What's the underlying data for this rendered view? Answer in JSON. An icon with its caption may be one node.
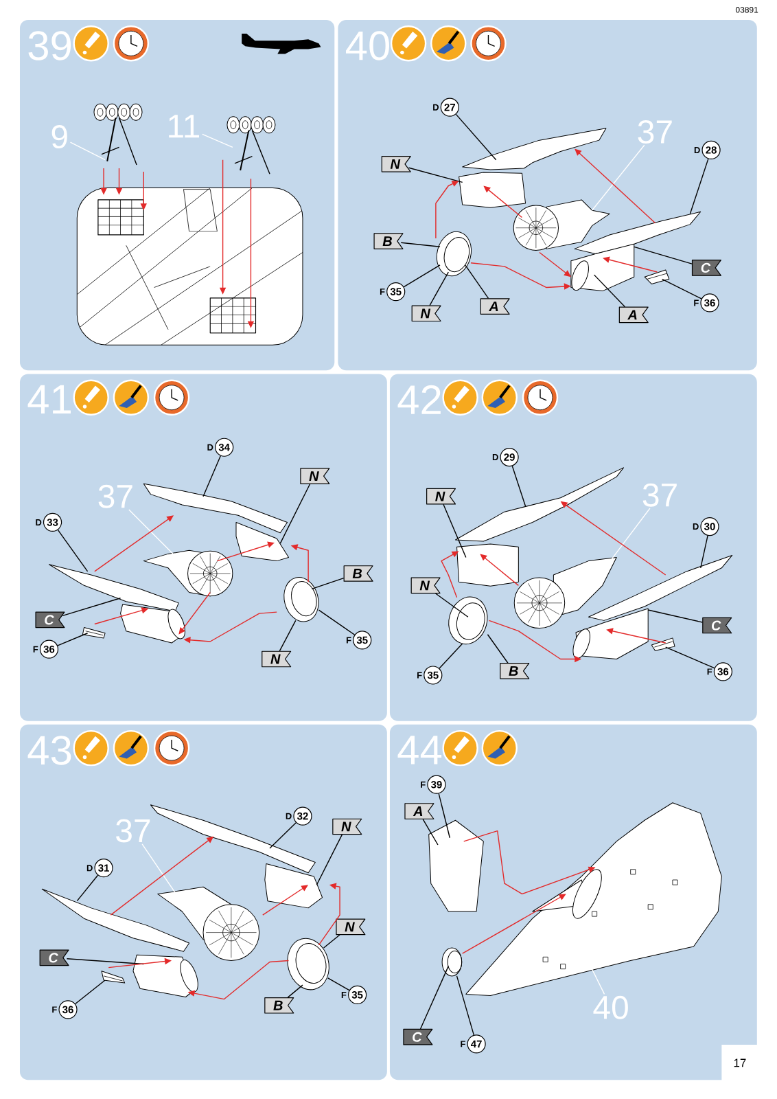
{
  "diagram": {
    "nodes": [
      {
        "text": [
          "39"
        ]
      },
      {
        "text": [
          "9"
        ],
        "in": 0
      },
      {
        "text": [
          "11"
        ],
        "in": 0
      },
      {
        "text": [],
        "shape": "picture",
        "in": 0
      },
      {
        "text": [],
        "shape": "picture",
        "in": 0
      },
      {
        "text": [],
        "shape": "picture",
        "in": 0
      },
      {
        "text": [
          "40"
        ]
      },
      {
        "text": [
          "27"
        ],
        "beside": [
          "D"
        ],
        "in": 6
      },
      {
        "text": [
          "N"
        ],
        "in": 6
      },
      {
        "text": [
          "37"
        ],
        "in": 6
      },
      {
        "text": [
          "28"
        ],
        "beside": [
          "D"
        ],
        "in": 6
      },
      {
        "text": [
          "B"
        ],
        "in": 6
      },
      {
        "text": [
          "C"
        ],
        "in": 6
      },
      {
        "text": [
          "35"
        ],
        "beside": [
          "F"
        ],
        "in": 6
      },
      {
        "text": [
          "N"
        ],
        "in": 6
      },
      {
        "text": [
          "A"
        ],
        "in": 6
      },
      {
        "text": [
          "A"
        ],
        "in": 6
      },
      {
        "text": [
          "36"
        ],
        "beside": [
          "F"
        ],
        "in": 6
      },
      {
        "text": [],
        "shape": "picture",
        "in": 6
      },
      {
        "text": [],
        "shape": "picture",
        "in": 6
      },
      {
        "text": [],
        "shape": "picture",
        "in": 6
      },
      {
        "text": [],
        "shape": "picture",
        "in": 6
      },
      {
        "text": [],
        "shape": "picture",
        "in": 6
      },
      {
        "text": [],
        "shape": "picture",
        "in": 6
      },
      {
        "text": [],
        "shape": "picture",
        "in": 6
      },
      {
        "text": [
          "41"
        ]
      },
      {
        "text": [
          "34"
        ],
        "beside": [
          "D"
        ],
        "in": 25
      },
      {
        "text": [
          "N"
        ],
        "in": 25
      },
      {
        "text": [
          "37"
        ],
        "in": 25
      },
      {
        "text": [
          "33"
        ],
        "beside": [
          "D"
        ],
        "in": 25
      },
      {
        "text": [
          "B"
        ],
        "in": 25
      },
      {
        "text": [
          "C"
        ],
        "in": 25
      },
      {
        "text": [
          "36"
        ],
        "beside": [
          "F"
        ],
        "in": 25
      },
      {
        "text": [
          "35"
        ],
        "beside": [
          "F"
        ],
        "in": 25
      },
      {
        "text": [
          "N"
        ],
        "in": 25
      },
      {
        "text": [],
        "shape": "picture",
        "in": 25
      },
      {
        "text": [],
        "shape": "picture",
        "in": 25
      },
      {
        "text": [],
        "shape": "picture",
        "in": 25
      },
      {
        "text": [],
        "shape": "picture",
        "in": 25
      },
      {
        "text": [],
        "shape": "picture",
        "in": 25
      },
      {
        "text": [],
        "shape": "picture",
        "in": 25
      },
      {
        "text": [],
        "shape": "picture",
        "in": 25
      },
      {
        "text": [
          "42"
        ]
      },
      {
        "text": [
          "29"
        ],
        "beside": [
          "D"
        ],
        "in": 42
      },
      {
        "text": [
          "N"
        ],
        "in": 42
      },
      {
        "text": [
          "37"
        ],
        "in": 42
      },
      {
        "text": [
          "30"
        ],
        "beside": [
          "D"
        ],
        "in": 42
      },
      {
        "text": [
          "N"
        ],
        "in": 42
      },
      {
        "text": [
          "C"
        ],
        "in": 42
      },
      {
        "text": [
          "35"
        ],
        "beside": [
          "F"
        ],
        "in": 42
      },
      {
        "text": [
          "B"
        ],
        "in": 42
      },
      {
        "text": [
          "36"
        ],
        "beside": [
          "F"
        ],
        "in": 42
      },
      {
        "text": [],
        "shape": "picture",
        "in": 42
      },
      {
        "text": [],
        "shape": "picture",
        "in": 42
      },
      {
        "text": [],
        "shape": "picture",
        "in": 42
      },
      {
        "text": [],
        "shape": "picture",
        "in": 42
      },
      {
        "text": [],
        "shape": "picture",
        "in": 42
      },
      {
        "text": [],
        "shape": "picture",
        "in": 42
      },
      {
        "text": [],
        "shape": "picture",
        "in": 42
      },
      {
        "text": [
          "43"
        ]
      },
      {
        "text": [
          "37"
        ],
        "in": 59
      },
      {
        "text": [
          "32"
        ],
        "beside": [
          "D"
        ],
        "in": 59
      },
      {
        "text": [
          "N"
        ],
        "in": 59
      },
      {
        "text": [
          "31"
        ],
        "beside": [
          "D"
        ],
        "in": 59
      },
      {
        "text": [
          "N"
        ],
        "in": 59
      },
      {
        "text": [
          "C"
        ],
        "in": 59
      },
      {
        "text": [
          "35"
        ],
        "beside": [
          "F"
        ],
        "in": 59
      },
      {
        "text": [
          "36"
        ],
        "beside": [
          "F"
        ],
        "in": 59
      },
      {
        "text": [
          "B"
        ],
        "in": 59
      },
      {
        "text": [],
        "shape": "picture",
        "in": 59
      },
      {
        "text": [],
        "shape": "picture",
        "in": 59
      },
      {
        "text": [],
        "shape": "picture",
        "in": 59
      },
      {
        "text": [],
        "shape": "picture",
        "in": 59
      },
      {
        "text": [],
        "shape": "picture",
        "in": 59
      },
      {
        "text": [],
        "shape": "picture",
        "in": 59
      },
      {
        "text": [],
        "shape": "picture",
        "in": 59
      },
      {
        "text": [
          "44"
        ]
      },
      {
        "text": [
          "39"
        ],
        "beside": [
          "F"
        ],
        "in": 76
      },
      {
        "text": [
          "A"
        ],
        "in": 76
      },
      {
        "text": [
          "40"
        ],
        "in": 76
      },
      {
        "text": [
          "C"
        ],
        "in": 76
      },
      {
        "text": [
          "47"
        ],
        "beside": [
          "F"
        ],
        "in": 76
      },
      {
        "text": [],
        "shape": "picture",
        "in": 76
      },
      {
        "text": [],
        "shape": "picture",
        "in": 76
      },
      {
        "text": [],
        "shape": "picture",
        "in": 76
      }
    ],
    "edges": [
      {
        "from": 1,
        "to": 3,
        "arrow": "none",
        "color": "#ffffff"
      },
      {
        "from": 2,
        "to": 4,
        "arrow": "none",
        "color": "#ffffff"
      },
      {
        "from": 7,
        "to": 18,
        "arrow": "none"
      },
      {
        "from": 8,
        "to": 19,
        "arrow": "none"
      },
      {
        "from": 9,
        "to": 20,
        "arrow": "none",
        "color": "#ffffff"
      },
      {
        "from": 10,
        "to": 21,
        "arrow": "none"
      },
      {
        "from": 11,
        "to": 23,
        "arrow": "none"
      },
      {
        "from": 12,
        "to": 22,
        "arrow": "none"
      },
      {
        "from": 13,
        "to": 23,
        "arrow": "none"
      },
      {
        "from": 14,
        "to": 23,
        "arrow": "none"
      },
      {
        "from": 15,
        "to": 23,
        "arrow": "none"
      },
      {
        "from": 16,
        "to": 22,
        "arrow": "none"
      },
      {
        "from": 17,
        "to": 24,
        "arrow": "none"
      },
      {
        "from": 26,
        "to": 35,
        "arrow": "none"
      },
      {
        "from": 27,
        "to": 36,
        "arrow": "none"
      },
      {
        "from": 28,
        "to": 37,
        "arrow": "none",
        "color": "#ffffff"
      },
      {
        "from": 29,
        "to": 38,
        "arrow": "none"
      },
      {
        "from": 30,
        "to": 40,
        "arrow": "none"
      },
      {
        "from": 31,
        "to": 39,
        "arrow": "none"
      },
      {
        "from": 32,
        "to": 41,
        "arrow": "none"
      },
      {
        "from": 33,
        "to": 40,
        "arrow": "none"
      },
      {
        "from": 34,
        "to": 40,
        "arrow": "none"
      },
      {
        "from": 43,
        "to": 52,
        "arrow": "none"
      },
      {
        "from": 44,
        "to": 53,
        "arrow": "none"
      },
      {
        "from": 45,
        "to": 54,
        "arrow": "none",
        "color": "#ffffff"
      },
      {
        "from": 46,
        "to": 55,
        "arrow": "none"
      },
      {
        "from": 47,
        "to": 57,
        "arrow": "none"
      },
      {
        "from": 48,
        "to": 56,
        "arrow": "none"
      },
      {
        "from": 49,
        "to": 57,
        "arrow": "none"
      },
      {
        "from": 50,
        "to": 57,
        "arrow": "none"
      },
      {
        "from": 51,
        "to": 58,
        "arrow": "none"
      },
      {
        "from": 60,
        "to": 71,
        "arrow": "none",
        "color": "#ffffff"
      },
      {
        "from": 61,
        "to": 69,
        "arrow": "none"
      },
      {
        "from": 62,
        "to": 70,
        "arrow": "none"
      },
      {
        "from": 63,
        "to": 72,
        "arrow": "none"
      },
      {
        "from": 64,
        "to": 74,
        "arrow": "none"
      },
      {
        "from": 65,
        "to": 73,
        "arrow": "none"
      },
      {
        "from": 66,
        "to": 74,
        "arrow": "none"
      },
      {
        "from": 67,
        "to": 75,
        "arrow": "none"
      },
      {
        "from": 68,
        "to": 74,
        "arrow": "none"
      },
      {
        "from": 77,
        "to": 82,
        "arrow": "none"
      },
      {
        "from": 78,
        "to": 82,
        "arrow": "none"
      },
      {
        "from": 79,
        "to": 84,
        "arrow": "none",
        "color": "#ffffff"
      },
      {
        "from": 80,
        "to": 83,
        "arrow": "none"
      },
      {
        "from": 81,
        "to": 83,
        "arrow": "none"
      },
      {
        "from": 3,
        "to": 5,
        "arrow": "to",
        "color": "#e32a2a"
      },
      {
        "from": 3,
        "to": 5,
        "arrow": "to",
        "color": "#e32a2a"
      },
      {
        "from": 3,
        "to": 5,
        "arrow": "to",
        "color": "#e32a2a"
      },
      {
        "from": 4,
        "to": 5,
        "arrow": "to",
        "color": "#e32a2a"
      },
      {
        "from": 4,
        "to": 5,
        "arrow": "to",
        "color": "#e32a2a"
      },
      {
        "from": 23,
        "to": 19,
        "arrow": "to",
        "color": "#e32a2a"
      },
      {
        "from": 23,
        "to": 22,
        "arrow": "to",
        "color": "#e32a2a"
      },
      {
        "from": 20,
        "to": 19,
        "arrow": "to",
        "color": "#e32a2a"
      },
      {
        "from": 20,
        "to": 22,
        "arrow": "to",
        "color": "#e32a2a"
      },
      {
        "from": 21,
        "to": 18,
        "arrow": "to",
        "color": "#e32a2a"
      },
      {
        "from": 24,
        "to": 22,
        "arrow": "to",
        "color": "#e32a2a"
      },
      {
        "from": 38,
        "to": 35,
        "arrow": "to",
        "color": "#e32a2a"
      },
      {
        "from": 37,
        "to": 36,
        "arrow": "to",
        "color": "#e32a2a"
      },
      {
        "from": 40,
        "to": 36,
        "arrow": "to",
        "color": "#e32a2a"
      },
      {
        "from": 37,
        "to": 39,
        "arrow": "to",
        "color": "#e32a2a"
      },
      {
        "from": 40,
        "to": 39,
        "arrow": "to",
        "color": "#e32a2a"
      },
      {
        "from": 41,
        "to": 39,
        "arrow": "to",
        "color": "#e32a2a"
      },
      {
        "from": 57,
        "to": 53,
        "arrow": "to",
        "color": "#e32a2a"
      },
      {
        "from": 57,
        "to": 56,
        "arrow": "to",
        "color": "#e32a2a"
      },
      {
        "from": 54,
        "to": 53,
        "arrow": "to",
        "color": "#e32a2a"
      },
      {
        "from": 55,
        "to": 52,
        "arrow": "to",
        "color": "#e32a2a"
      },
      {
        "from": 58,
        "to": 56,
        "arrow": "to",
        "color": "#e32a2a"
      },
      {
        "from": 72,
        "to": 69,
        "arrow": "to",
        "color": "#e32a2a"
      },
      {
        "from": 71,
        "to": 70,
        "arrow": "to",
        "color": "#e32a2a"
      },
      {
        "from": 74,
        "to": 70,
        "arrow": "to",
        "color": "#e32a2a"
      },
      {
        "from": 74,
        "to": 73,
        "arrow": "to",
        "color": "#e32a2a"
      },
      {
        "from": 75,
        "to": 73,
        "arrow": "to",
        "color": "#e32a2a"
      },
      {
        "from": 82,
        "to": 84,
        "arrow": "to",
        "color": "#e32a2a"
      },
      {
        "from": 83,
        "to": 84,
        "arrow": "to",
        "color": "#e32a2a"
      }
    ],
    "labels": [
      "03891",
      "17"
    ]
  }
}
